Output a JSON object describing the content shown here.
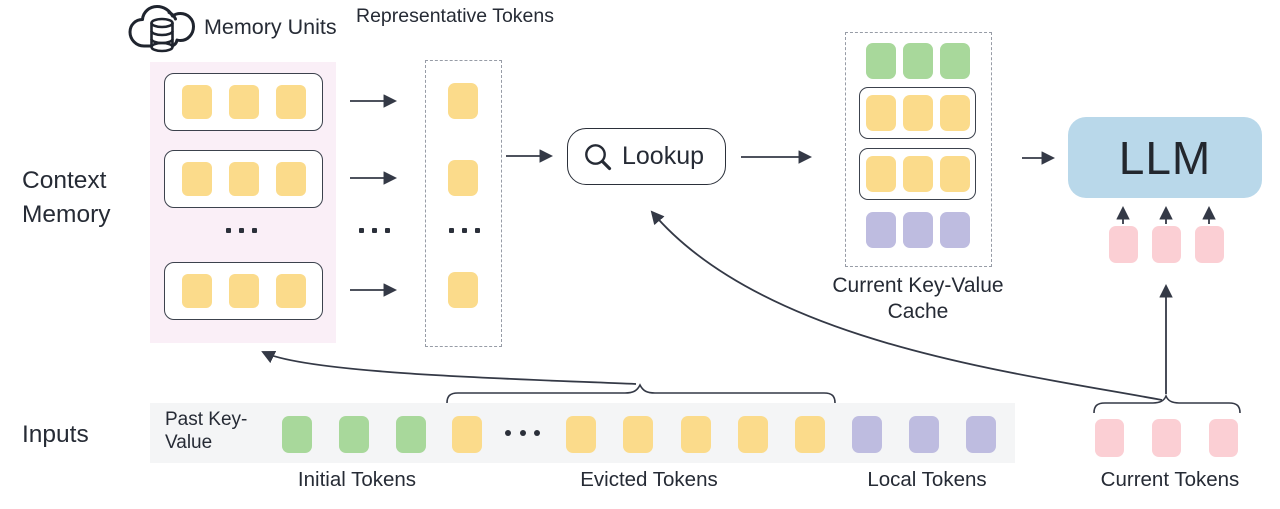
{
  "colors": {
    "accent_yellow": "#FBDB8B",
    "accent_green": "#A8D89B",
    "accent_purple": "#BEBCE0",
    "accent_pink": "#FBCFD4",
    "llm_blue": "#B9D8EA",
    "memory_panel_bg": "#FAEFF7",
    "band_bg": "#F4F5F6",
    "stroke_dark": "#343946"
  },
  "context_memory": {
    "label": "Context Memory",
    "memory_units_label": "Memory Units",
    "units": [
      {
        "tokens": 3
      },
      {
        "tokens": 3
      },
      {
        "tokens": 3
      }
    ],
    "ellipsis": "..."
  },
  "representative": {
    "label": "Representative Tokens",
    "tokens": 3,
    "ellipsis": "..."
  },
  "lookup": {
    "label": "Lookup",
    "icon": "magnifier-icon"
  },
  "cache": {
    "label": "Current Key-Value Cache",
    "rows": [
      {
        "color": "green",
        "count": 3,
        "boxed": false
      },
      {
        "color": "yellow",
        "count": 3,
        "boxed": true
      },
      {
        "color": "yellow",
        "count": 3,
        "boxed": true
      },
      {
        "color": "purple",
        "count": 3,
        "boxed": false
      }
    ]
  },
  "llm": {
    "label": "LLM",
    "current_tokens": {
      "color": "pink",
      "count": 3
    }
  },
  "inputs": {
    "label": "Inputs",
    "band_label": "Past Key-Value",
    "groups": [
      {
        "label": "Initial Tokens",
        "color": "green",
        "count": 3
      },
      {
        "label": "Evicted Tokens",
        "color": "yellow",
        "count": 6,
        "has_ellipsis": true
      },
      {
        "label": "Local Tokens",
        "color": "purple",
        "count": 3
      },
      {
        "label": "Current Tokens",
        "color": "pink",
        "count": 3,
        "outside_band": true
      }
    ]
  }
}
